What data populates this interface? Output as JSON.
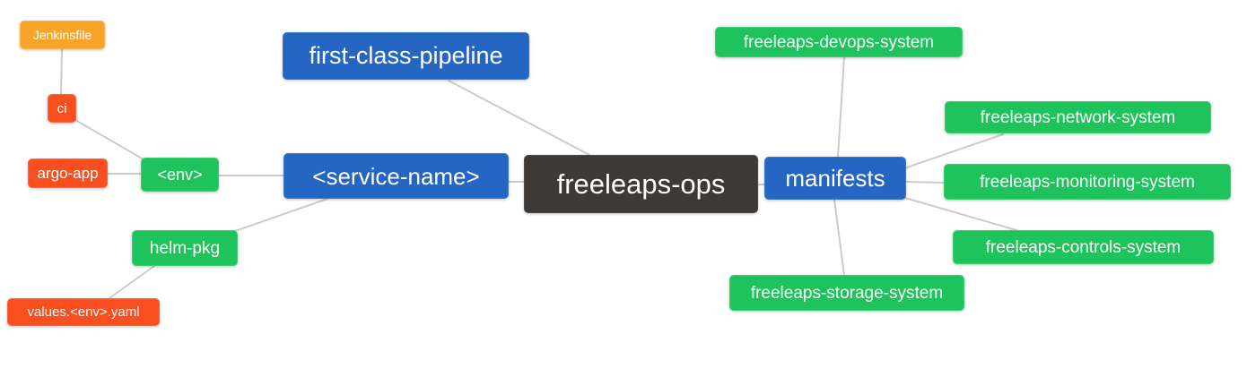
{
  "diagram": {
    "type": "mindmap",
    "root": "freeleaps-ops",
    "colors": {
      "blue": "#2566c3",
      "green": "#1fc35c",
      "orange": "#f7a428",
      "red": "#f94e1e",
      "dark": "#3c3936",
      "edge": "#cccccc",
      "node_text": "#ffffff",
      "background": "#ffffff"
    },
    "nodes": {
      "jenkinsfile": {
        "label": "Jenkinsfile",
        "color": "orange"
      },
      "ci": {
        "label": "ci",
        "color": "red"
      },
      "argo_app": {
        "label": "argo-app",
        "color": "red"
      },
      "env": {
        "label": "<env>",
        "color": "green"
      },
      "helm_pkg": {
        "label": "helm-pkg",
        "color": "green"
      },
      "values_yaml": {
        "label": "values.<env>.yaml",
        "color": "red"
      },
      "service_name": {
        "label": "<service-name>",
        "color": "blue"
      },
      "first_class_pipeline": {
        "label": "first-class-pipeline",
        "color": "blue"
      },
      "freeleaps_ops": {
        "label": "freeleaps-ops",
        "color": "dark"
      },
      "manifests": {
        "label": "manifests",
        "color": "blue"
      },
      "devops": {
        "label": "freeleaps-devops-system",
        "color": "green"
      },
      "network": {
        "label": "freeleaps-network-system",
        "color": "green"
      },
      "monitoring": {
        "label": "freeleaps-monitoring-system",
        "color": "green"
      },
      "controls": {
        "label": "freeleaps-controls-system",
        "color": "green"
      },
      "storage": {
        "label": "freeleaps-storage-system",
        "color": "green"
      }
    },
    "edges": [
      [
        "jenkinsfile",
        "ci"
      ],
      [
        "ci",
        "env"
      ],
      [
        "argo_app",
        "env"
      ],
      [
        "env",
        "service_name"
      ],
      [
        "service_name",
        "helm_pkg"
      ],
      [
        "helm_pkg",
        "values_yaml"
      ],
      [
        "first_class_pipeline",
        "freeleaps_ops"
      ],
      [
        "service_name",
        "freeleaps_ops"
      ],
      [
        "freeleaps_ops",
        "manifests"
      ],
      [
        "manifests",
        "devops"
      ],
      [
        "manifests",
        "network"
      ],
      [
        "manifests",
        "monitoring"
      ],
      [
        "manifests",
        "controls"
      ],
      [
        "manifests",
        "storage"
      ]
    ]
  }
}
